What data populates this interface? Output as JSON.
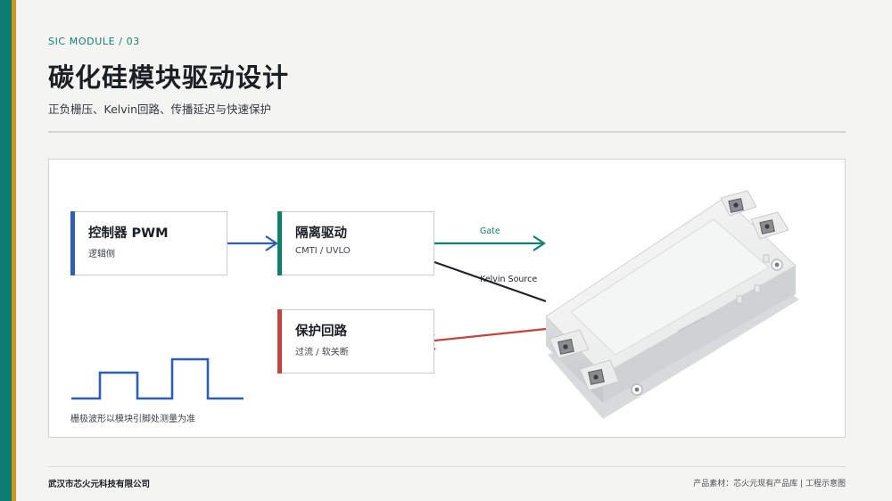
{
  "header": {
    "section_tag": "SIC MODULE / 03",
    "title": "碳化硅模块驱动设计",
    "subtitle": "正负栅压、Kelvin回路、传播延迟与快速保护"
  },
  "diagram": {
    "blocks": {
      "controller": {
        "title": "控制器 PWM",
        "subtitle": "逻辑侧",
        "color": "#2f5fb3"
      },
      "isolated_driver": {
        "title": "隔离驱动",
        "subtitle": "CMTI / UVLO",
        "color": "#12806e"
      },
      "protection": {
        "title": "保护回路",
        "subtitle": "过流 / 软关断",
        "color": "#c0463d"
      }
    },
    "signals": {
      "gate": {
        "label": "Gate",
        "color": "#12806e"
      },
      "kelvin_source": {
        "label": "Kelvin Source",
        "color": "#1f2226"
      },
      "pwm_link_color": "#2f5fb3",
      "protection_color": "#c0463d"
    },
    "waveform": {
      "caption": "栅极波形以模块引脚处测量为准",
      "color": "#2f5fb3"
    },
    "module_image": "sic-power-module-photo"
  },
  "footer": {
    "company": "武汉市芯火元科技有限公司",
    "source_note": "产品素材：芯火元现有产品库 | 工程示意图"
  },
  "colors": {
    "brand_teal": "#0d7d73",
    "brand_gold": "#d4961d",
    "background": "#f4f4f2"
  }
}
